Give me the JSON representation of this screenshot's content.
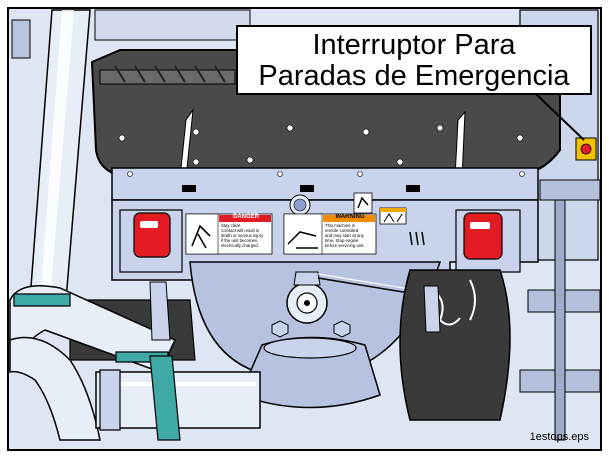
{
  "callout": {
    "line1": "Interruptor Para",
    "line2": "Paradas de Emergencia"
  },
  "file_label": "1estops.eps",
  "decals": {
    "danger": {
      "header": "DANGER",
      "lines": [
        "Stay clear.",
        "Contact will result in",
        "death or serious injury",
        "if the unit becomes",
        "electrically charged."
      ]
    },
    "warning": {
      "header": "WARNING",
      "lines": [
        "This machine is",
        "remote controlled",
        "and may start at any",
        "time. Stop engine",
        "before servicing unit."
      ]
    }
  },
  "colors": {
    "machine_body": "#c9d4ec",
    "machine_shadow": "#a9b6d6",
    "hopper": "#4a4a4a",
    "pipe_teal": "#3fa9a5",
    "light_red": "#e31b23",
    "estop_yellow": "#f2c200",
    "background": "#dfe6f3"
  }
}
